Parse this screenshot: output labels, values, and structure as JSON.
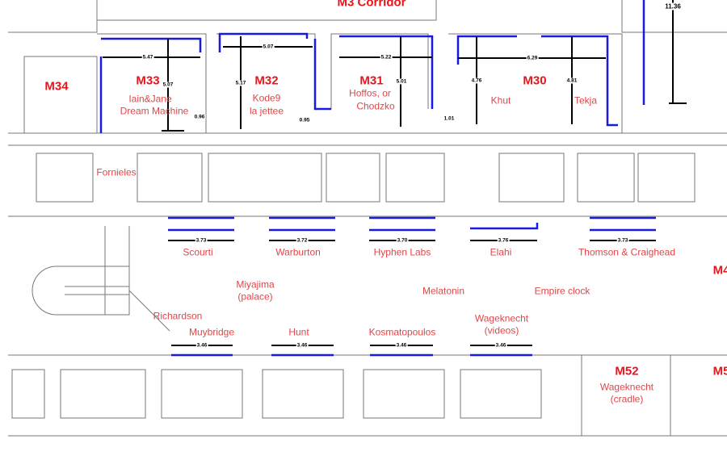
{
  "rooms": {
    "corridor": "M3 Corridor",
    "m34": "M34",
    "m33": "M33",
    "m32": "M32",
    "m31": "M31",
    "m30": "M30",
    "m52": "M52",
    "m4_partial": "M4",
    "m5_partial": "M5"
  },
  "artists": {
    "m33_a": "Iain&Jane",
    "m33_b": "Dream Machine",
    "m32_a": "Kode9",
    "m32_b": "la jettee",
    "m31_a": "Hoffos, or",
    "m31_b": "Chodzko",
    "m30_left": "Khut",
    "m30_right": "Tekja",
    "fornieles": "Fornieles",
    "scourti": "Scourti",
    "warburton": "Warburton",
    "hyphen": "Hyphen Labs",
    "elahi": "Elahi",
    "thomson": "Thomson & Craighead",
    "miyajima_a": "Miyajima",
    "miyajima_b": "(palace)",
    "melatonin": "Melatonin",
    "empire": "Empire clock",
    "richardson": "Richardson",
    "muybridge": "Muybridge",
    "hunt": "Hunt",
    "kosmatopoulos": "Kosmatopoulos",
    "wageknecht_v_a": "Wageknecht",
    "wageknecht_v_b": "(videos)",
    "m52_a": "Wageknecht",
    "m52_b": "(cradle)"
  },
  "dimensions": {
    "m33_w": "5.47",
    "m33_h": "5.07",
    "gap_a": "0.96",
    "m32_w": "5.07",
    "m32_h": "5.17",
    "gap_b": "0.95",
    "m31_w": "5.22",
    "m31_h": "5.01",
    "gap_c": "1.01",
    "m30_w": "6.29",
    "m30_h1": "4.76",
    "m30_h2": "4.81",
    "right_h": "11.36",
    "win_top": [
      "3.73",
      "3.72",
      "3.70",
      "3.76",
      "3.73"
    ],
    "win_bottom": [
      "3.46",
      "3.46",
      "3.46",
      "3.46"
    ]
  },
  "colors": {
    "label": "#e0464a",
    "room": "#e8141c",
    "wall_highlight": "#1a1adc"
  }
}
